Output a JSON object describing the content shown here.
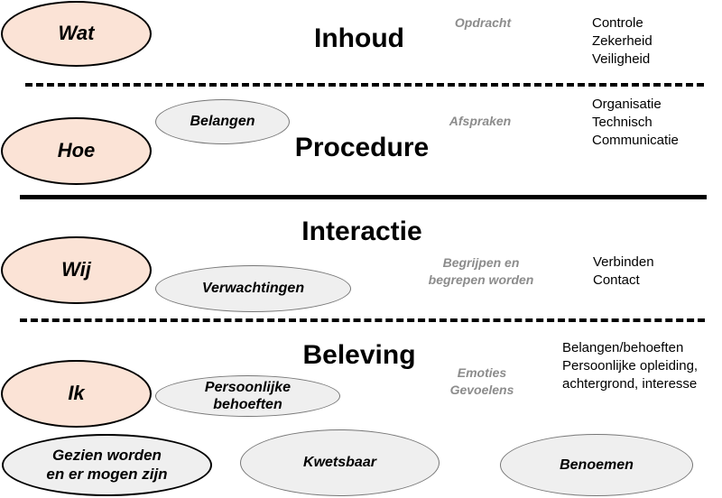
{
  "rows": {
    "inhoud": {
      "pronoun": "Wat",
      "heading": "Inhoud",
      "italic": "Opdracht",
      "list": [
        "Controle",
        "Zekerheid",
        "Veiligheid"
      ]
    },
    "procedure": {
      "pronoun": "Hoe",
      "bubble": "Belangen",
      "heading": "Procedure",
      "italic": "Afspraken",
      "list": [
        "Organisatie",
        "Technisch",
        "Communicatie"
      ]
    },
    "interactie": {
      "pronoun": "Wij",
      "bubble": "Verwachtingen",
      "heading": "Interactie",
      "italic": [
        "Begrijpen en",
        "begrepen worden"
      ],
      "list": [
        "Verbinden",
        "Contact"
      ]
    },
    "beleving": {
      "pronoun": "Ik",
      "bubble": [
        "Persoonlijke",
        "behoeften"
      ],
      "heading": "Beleving",
      "italic": [
        "Emoties",
        "Gevoelens"
      ],
      "list": [
        "Belangen/behoeften",
        "Persoonlijke opleiding,",
        "achtergrond, interesse"
      ]
    }
  },
  "bottom_bubbles": {
    "gezien": [
      "Gezien worden",
      "en er mogen zijn"
    ],
    "kwetsbaar": "Kwetsbaar",
    "benoemen": "Benoemen"
  },
  "colors": {
    "pronoun_fill": "#fbe3d6",
    "bubble_fill": "#efefef",
    "italic_text": "#8c8c8c",
    "line": "#000000"
  }
}
